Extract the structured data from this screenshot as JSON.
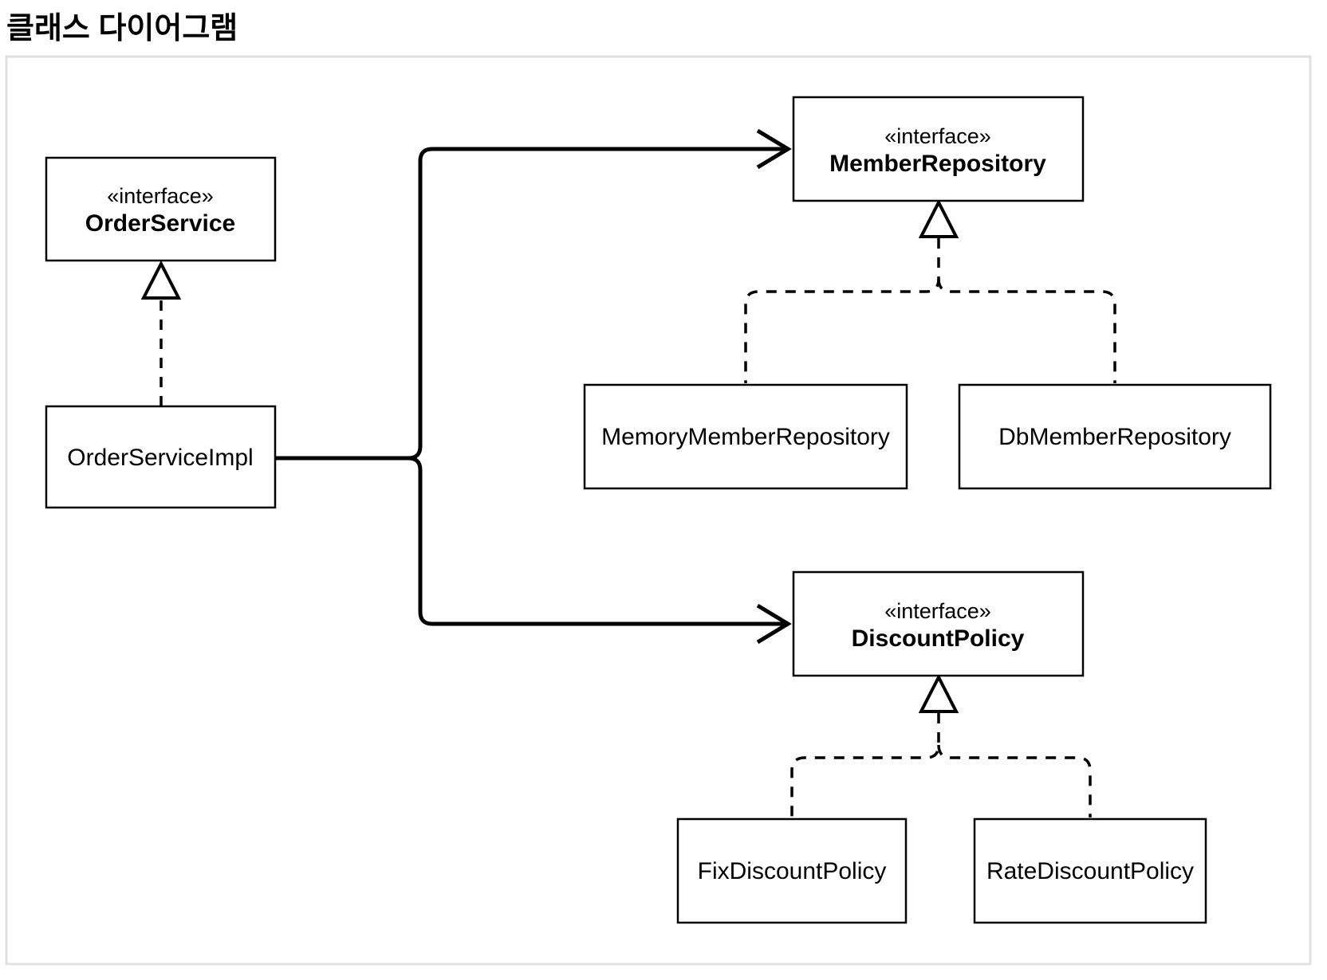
{
  "page": {
    "title": "클래스 다이어그램"
  },
  "diagram": {
    "nodes": [
      {
        "id": "order-service",
        "kind": "interface",
        "stereotype": "«interface»",
        "name": "OrderService"
      },
      {
        "id": "order-service-impl",
        "kind": "class",
        "name": "OrderServiceImpl"
      },
      {
        "id": "member-repository",
        "kind": "interface",
        "stereotype": "«interface»",
        "name": "MemberRepository"
      },
      {
        "id": "memory-member-repository",
        "kind": "class",
        "name": "MemoryMemberRepository"
      },
      {
        "id": "db-member-repository",
        "kind": "class",
        "name": "DbMemberRepository"
      },
      {
        "id": "discount-policy",
        "kind": "interface",
        "stereotype": "«interface»",
        "name": "DiscountPolicy"
      },
      {
        "id": "fix-discount-policy",
        "kind": "class",
        "name": "FixDiscountPolicy"
      },
      {
        "id": "rate-discount-policy",
        "kind": "class",
        "name": "RateDiscountPolicy"
      }
    ],
    "edges": [
      {
        "type": "realization",
        "from": "order-service-impl",
        "to": "order-service"
      },
      {
        "type": "realization",
        "from": "memory-member-repository",
        "to": "member-repository"
      },
      {
        "type": "realization",
        "from": "db-member-repository",
        "to": "member-repository"
      },
      {
        "type": "realization",
        "from": "fix-discount-policy",
        "to": "discount-policy"
      },
      {
        "type": "realization",
        "from": "rate-discount-policy",
        "to": "discount-policy"
      },
      {
        "type": "dependency",
        "from": "order-service-impl",
        "to": "member-repository"
      },
      {
        "type": "dependency",
        "from": "order-service-impl",
        "to": "discount-policy"
      }
    ],
    "colors": {
      "line": "#000000",
      "box_fill": "#ffffff",
      "frame_border": "#e0e0e0",
      "background": "#ffffff"
    }
  }
}
